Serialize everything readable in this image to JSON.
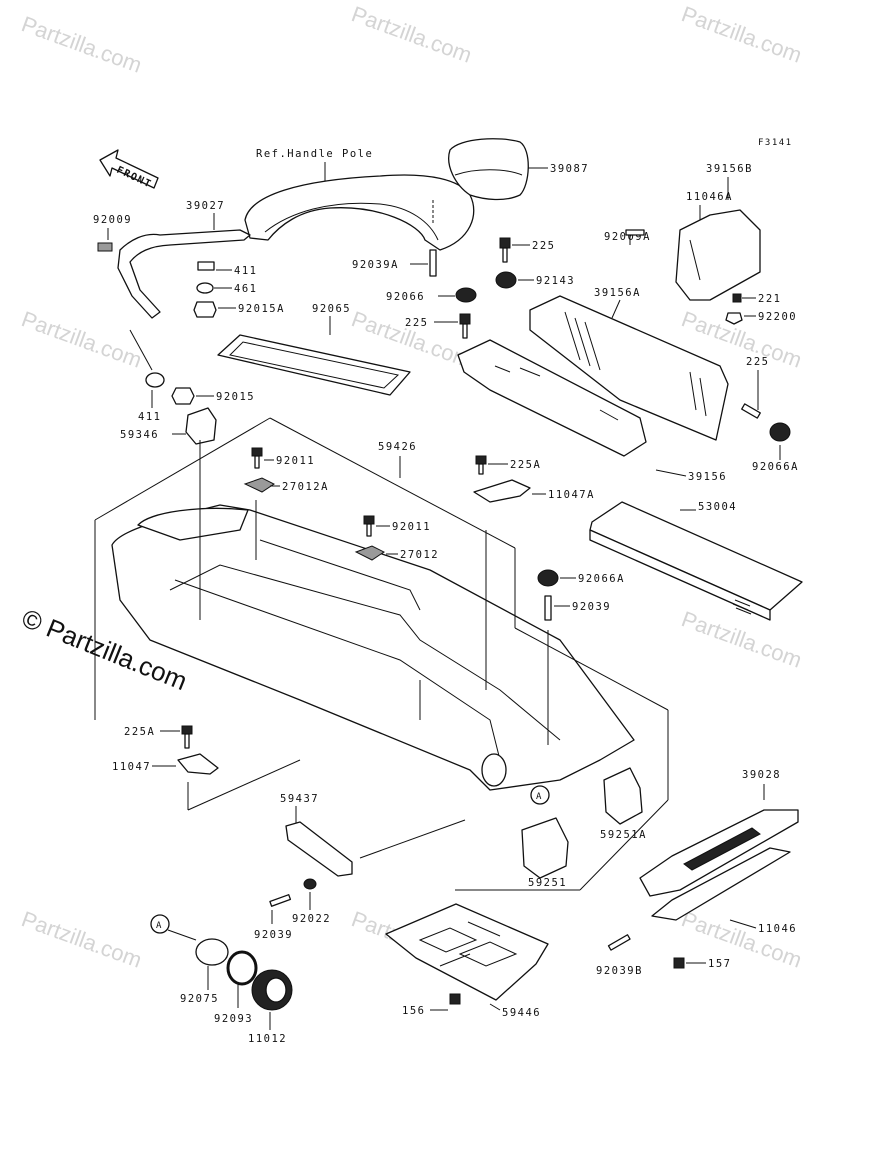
{
  "diagram": {
    "code": "F3141",
    "ref_text": "Ref.Handle Pole",
    "front_label": "FRONT",
    "watermark": "Partzilla.com",
    "watermark_main": "© Partzilla.com",
    "callout_marker": "A"
  },
  "parts": {
    "p39087": "39087",
    "p39027": "39027",
    "p92009": "92009",
    "p411a": "411",
    "p461": "461",
    "p92015A": "92015A",
    "p92065": "92065",
    "p411b": "411",
    "p92015": "92015",
    "p59346": "59346",
    "p92039A": "92039A",
    "p92066": "92066",
    "p225a": "225",
    "p225b": "225",
    "p92143": "92143",
    "p39156B": "39156B",
    "p11046A": "11046A",
    "p92009A": "92009A",
    "p221": "221",
    "p92200": "92200",
    "p39156A": "39156A",
    "p225c": "225",
    "p92066A_b": "92066A",
    "p39156": "39156",
    "p59426": "59426",
    "p92011a": "92011",
    "p27012A": "27012A",
    "p225A_a": "225A",
    "p11047A": "11047A",
    "p92011b": "92011",
    "p27012": "27012",
    "p53004": "53004",
    "p92066A_a": "92066A",
    "p92039": "92039",
    "p225A_b": "225A",
    "p11047": "11047",
    "p59437": "59437",
    "p59251A": "59251A",
    "p59251": "59251",
    "p39028": "39028",
    "p92039b": "92039",
    "p92022": "92022",
    "p11046": "11046",
    "p92039B": "92039B",
    "p157": "157",
    "p92075": "92075",
    "p92093": "92093",
    "p11012": "11012",
    "p156": "156",
    "p59446": "59446"
  }
}
